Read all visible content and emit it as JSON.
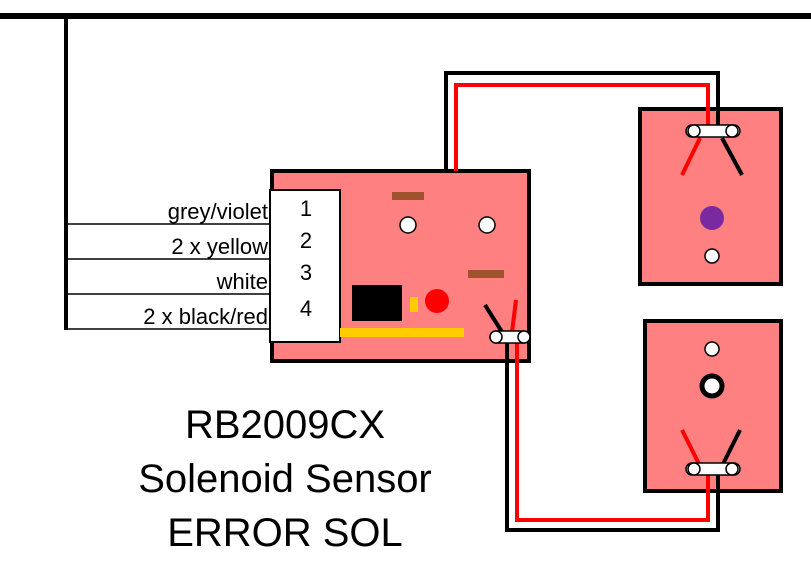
{
  "colors": {
    "board_fill": "#ff8080",
    "wire_red": "#ff0000",
    "wire_black": "#000000",
    "connector_fill": "#ffffff",
    "ic_chip": "#000000",
    "led": "#ff0000",
    "trace_yellow": "#ffcc00",
    "resistor_brown": "#a0522d",
    "purple_contact": "#7a2aa0"
  },
  "wires": [
    {
      "label": "grey/violet",
      "pin": "1"
    },
    {
      "label": "2 x yellow",
      "pin": "2"
    },
    {
      "label": "white",
      "pin": "3"
    },
    {
      "label": "2 x black/red",
      "pin": "4"
    }
  ],
  "title": {
    "line1": "RB2009CX",
    "line2": "Solenoid Sensor",
    "line3": "ERROR SOL"
  }
}
